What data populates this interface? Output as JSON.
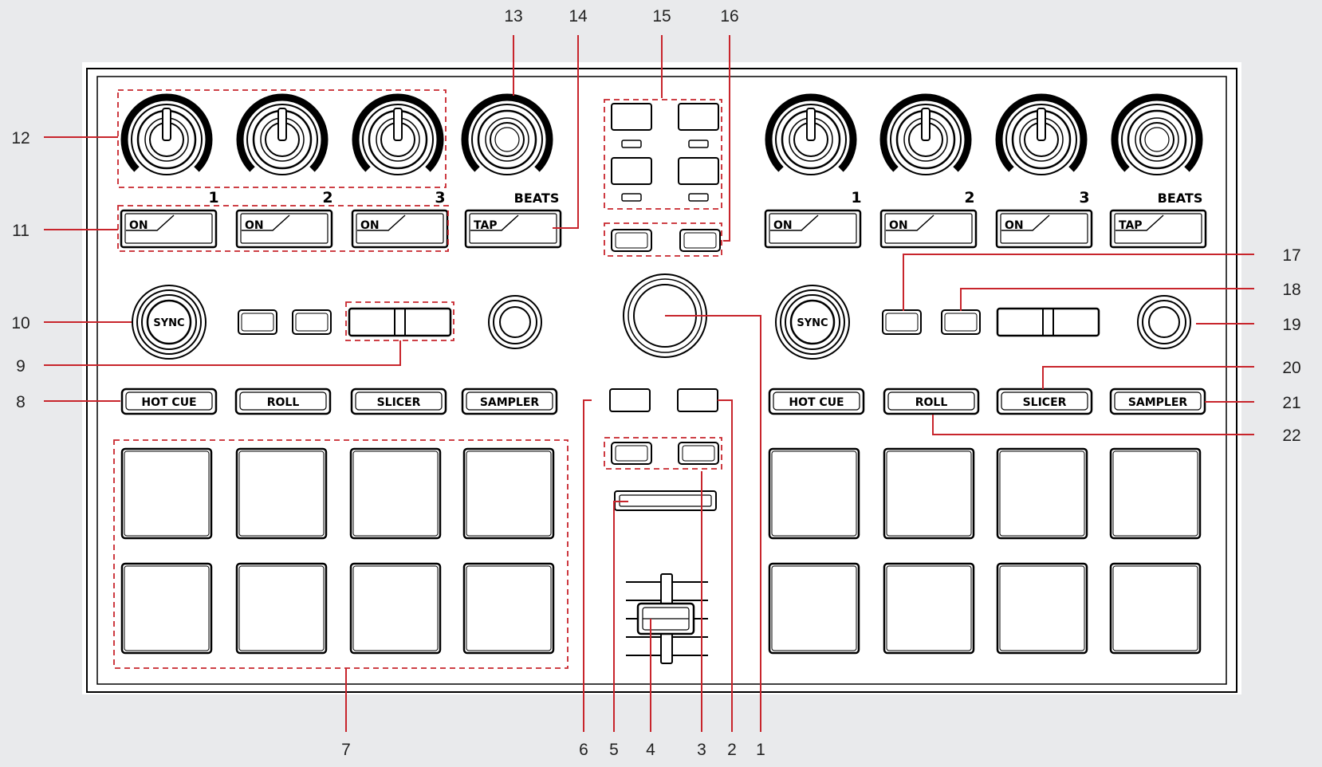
{
  "colors": {
    "background": "#e9eaec",
    "panel": "#ffffff",
    "outline": "#000000",
    "callout": "#c8252c"
  },
  "labels": {
    "knob_1": "1",
    "knob_2": "2",
    "knob_3": "3",
    "beats": "BEATS",
    "on": "ON",
    "tap": "TAP",
    "sync": "SYNC",
    "hot_cue": "HOT CUE",
    "roll": "ROLL",
    "slicer": "SLICER",
    "sampler": "SAMPLER"
  },
  "callouts": {
    "top": [
      "13",
      "14",
      "15",
      "16"
    ],
    "left": [
      "12",
      "11",
      "10",
      "9",
      "8"
    ],
    "right": [
      "17",
      "18",
      "19",
      "20",
      "21",
      "22"
    ],
    "bottom": [
      "7",
      "6",
      "5",
      "4",
      "3",
      "2",
      "1"
    ]
  }
}
